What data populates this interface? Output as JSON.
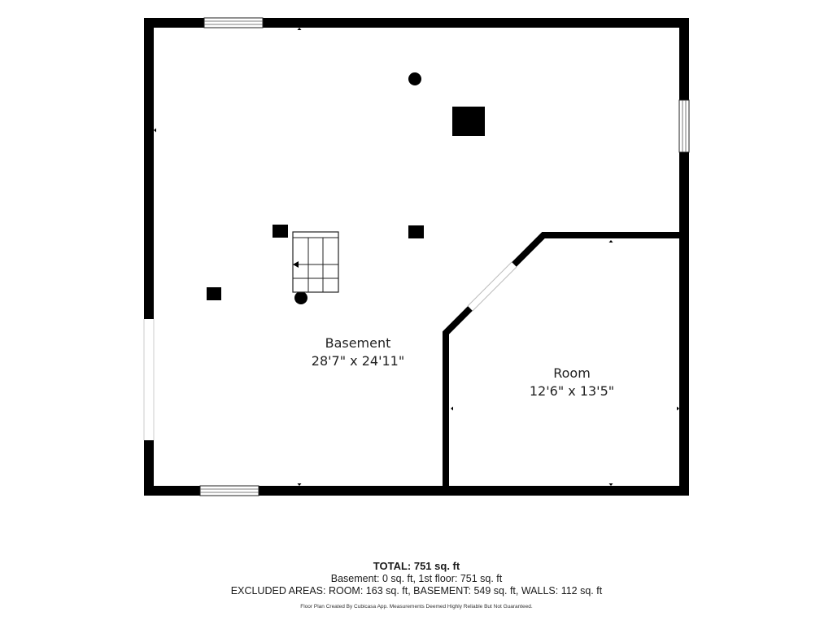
{
  "rooms": [
    {
      "name": "Basement",
      "dimensions": "28'7\" x 24'11\""
    },
    {
      "name": "Room",
      "dimensions": "12'6\" x 13'5\""
    }
  ],
  "summary": {
    "total": "TOTAL: 751 sq. ft",
    "floors": "Basement: 0 sq. ft, 1st floor: 751 sq. ft",
    "excluded": "EXCLUDED AREAS: ROOM: 163 sq. ft, BASEMENT: 549 sq. ft, WALLS: 112 sq. ft",
    "disclaimer": "Floor Plan Created By Cubicasa App. Measurements Deemed Highly Reliable But Not Guaranteed."
  },
  "colors": {
    "wall": "#000000",
    "background": "#ffffff",
    "text": "#1a1a1a"
  }
}
